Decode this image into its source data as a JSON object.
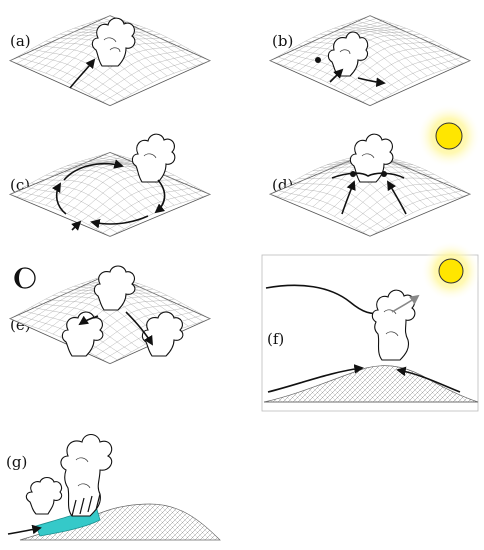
{
  "panels": {
    "a": {
      "label": "(a)"
    },
    "b": {
      "label": "(b)"
    },
    "c": {
      "label": "(c)"
    },
    "d": {
      "label": "(d)"
    },
    "e": {
      "label": "(e)"
    },
    "f": {
      "label": "(f)"
    },
    "g": {
      "label": "(g)"
    }
  },
  "colors": {
    "sun": "#ffe600",
    "sun_glow": "#fff7a0",
    "moist_layer": "#35c9c9",
    "mesh": "#9a9a9a",
    "ink": "#111111"
  },
  "icons": {
    "sun": "sun-icon",
    "moon": "moon-icon",
    "cloud": "cumulus-cloud-icon"
  }
}
